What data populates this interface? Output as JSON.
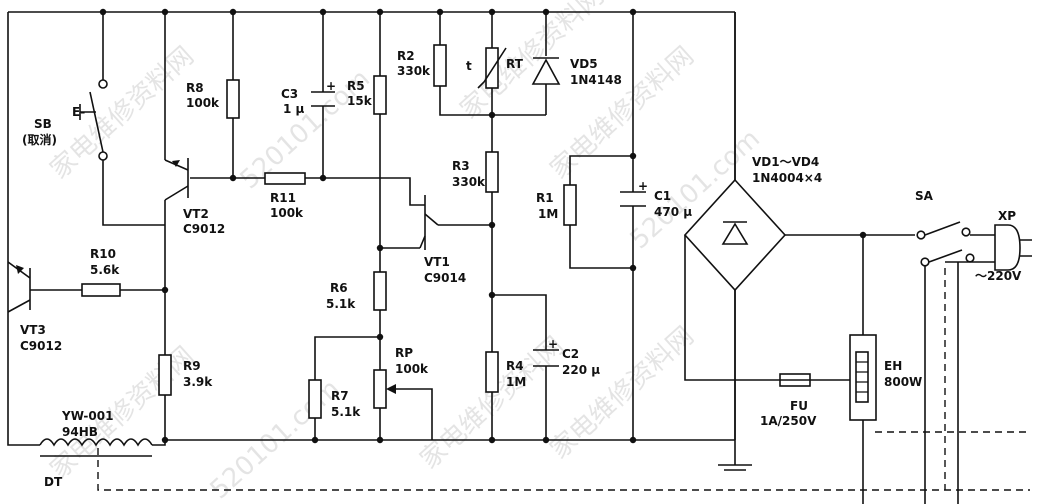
{
  "components": {
    "sb": {
      "ref": "SB",
      "note": "(取消)",
      "mark": "E-"
    },
    "r8": {
      "ref": "R8",
      "value": "100k"
    },
    "c3": {
      "ref": "C3",
      "value": "1 μ"
    },
    "r5": {
      "ref": "R5",
      "value": "15k"
    },
    "r2": {
      "ref": "R2",
      "value": "330k"
    },
    "rt": {
      "ref": "RT",
      "mark": "t"
    },
    "vd5": {
      "ref": "VD5",
      "value": "1N4148"
    },
    "vt2": {
      "ref": "VT2",
      "value": "C9012"
    },
    "r11": {
      "ref": "R11",
      "value": "100k"
    },
    "r3": {
      "ref": "R3",
      "value": "330k"
    },
    "r1": {
      "ref": "R1",
      "value": "1M"
    },
    "c1": {
      "ref": "C1",
      "value": "470 μ"
    },
    "vd1": {
      "ref": "VD1～VD4",
      "value": "1N4004×4"
    },
    "sa": {
      "ref": "SA"
    },
    "xp": {
      "ref": "XP",
      "value": "～220V"
    },
    "r10": {
      "ref": "R10",
      "value": "5.6k"
    },
    "vt1": {
      "ref": "VT1",
      "value": "C9014"
    },
    "vt3": {
      "ref": "VT3",
      "value": "C9012"
    },
    "r6": {
      "ref": "R6",
      "value": "5.1k"
    },
    "r9": {
      "ref": "R9",
      "value": "3.9k"
    },
    "rp": {
      "ref": "RP",
      "value": "100k"
    },
    "r4": {
      "ref": "R4",
      "value": "1M"
    },
    "c2": {
      "ref": "C2",
      "value": "220 μ"
    },
    "r7": {
      "ref": "R7",
      "value": "5.1k"
    },
    "fu": {
      "ref": "FU",
      "value": "1A/250V"
    },
    "eh": {
      "ref": "EH",
      "value": "800W"
    },
    "dt": {
      "ref": "DT",
      "value": "YW-001",
      "value2": "94HB"
    }
  },
  "watermarks": [
    "家电维修资料网",
    "家电维修资料网",
    "家电维修资料网",
    "520101.com",
    "520101.com",
    "家电维修资料网",
    "家电维修资料网",
    "520101.com",
    "家电维修资料网"
  ],
  "colors": {
    "line": "#111111",
    "background": "#ffffff",
    "watermark": "#cfcfcf"
  }
}
